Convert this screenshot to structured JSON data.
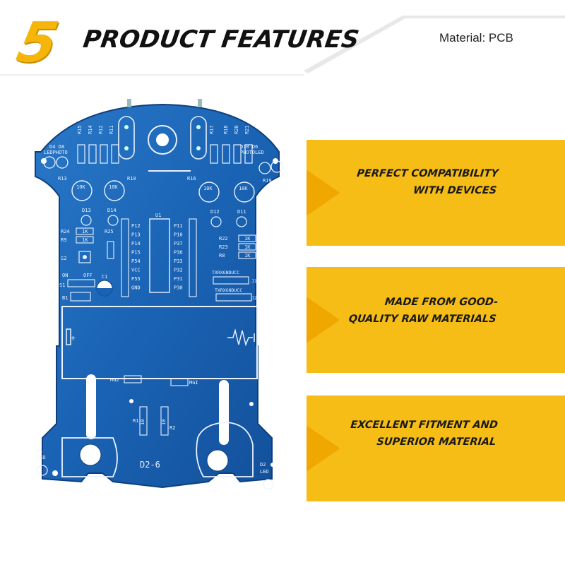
{
  "header": {
    "number": "5",
    "title": "PRODUCT FEATURES",
    "material": "Material: PCB"
  },
  "features": [
    {
      "line1": "PERFECT COMPATIBILITY",
      "line2": "WITH DEVICES"
    },
    {
      "line1": "MADE FROM GOOD-",
      "line2": "QUALITY RAW MATERIALS"
    },
    {
      "line1": "EXCELLENT FITMENT AND",
      "line2": "SUPERIOR MATERIAL"
    }
  ],
  "pcb": {
    "labels": {
      "d8": "D4 D8",
      "ledphoto": "LEDPHOTO",
      "d10": "D10 D6",
      "photoled": "PHOTOLED",
      "r15": "R15",
      "r14": "R14",
      "r12": "R12",
      "r11": "R11",
      "r17": "R17",
      "r18": "R18",
      "r20": "R20",
      "r21": "R21",
      "r13": "R13",
      "r10": "R10",
      "r16": "R16",
      "r19": "R19",
      "pot": "10K",
      "res": "1K",
      "res10": "10",
      "d13": "D13",
      "d14": "D14",
      "d12": "D12",
      "d11": "D11",
      "r24": "R24",
      "r25": "R25",
      "r9": "R9",
      "r22": "R22",
      "r23": "R23",
      "r8": "R8",
      "s2": "S2",
      "on": "ON",
      "off": "OFF",
      "c1": "C1",
      "s1": "S1",
      "b1": "B1",
      "u1": "U1",
      "txrx": "TXRXGNDUCC",
      "j1": "J1",
      "j2": "J2",
      "mg2": "MG2",
      "mg1": "MGI",
      "r1": "R1",
      "r2": "R2",
      "d1": "D1",
      "d2": "D2",
      "led": "LED",
      "model": "D2-6",
      "pins_left": [
        "P12",
        "P13",
        "P14",
        "P15",
        "P54",
        "VCC",
        "P55",
        "GND"
      ],
      "pins_right": [
        "P11",
        "P10",
        "P37",
        "P36",
        "P33",
        "P32",
        "P31",
        "P30"
      ]
    }
  }
}
